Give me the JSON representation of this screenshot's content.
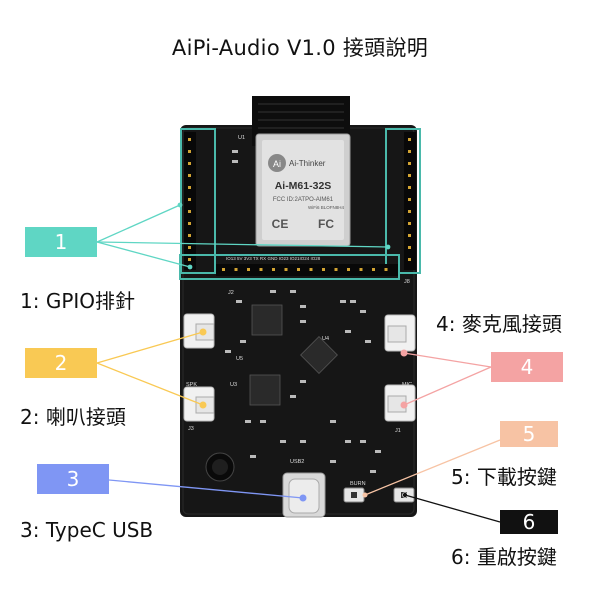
{
  "title": "AiPi-Audio V1.0 接頭說明",
  "module": {
    "brand": "Ai-Thinker",
    "model": "Ai-M61-32S",
    "fcc": "FCC ID:2ATPO-AIM61",
    "wifi": "WiFi6 BLOFN8H4",
    "ce": "CE",
    "fc": "FC"
  },
  "legend": [
    {
      "num": "1",
      "label": "1: GPIO排針",
      "color": "#5fd6c4"
    },
    {
      "num": "2",
      "label": "2: 喇叭接頭",
      "color": "#f9c954"
    },
    {
      "num": "3",
      "label": "3: TypeC USB",
      "color": "#7f96f4"
    },
    {
      "num": "4",
      "label": "4: 麥克風接頭",
      "color": "#f4a3a3"
    },
    {
      "num": "5",
      "label": "5: 下載按鍵",
      "color": "#f7c3a4"
    },
    {
      "num": "6",
      "label": "6: 重啟按鍵",
      "color": "#111111"
    }
  ],
  "board": {
    "silk_left_top": "U1",
    "silk_j2": "J2",
    "silk_j3": "J3",
    "silk_j1": "J1",
    "silk_j8": "J8",
    "silk_u5": "U5",
    "silk_u3": "U3",
    "silk_u4": "U4",
    "silk_usb": "USB2",
    "silk_burn": "BURN",
    "silk_spk": "SPK",
    "silk_mic": "MIC",
    "header_bottom": "IO13 5V 3V3 TX RX GND IO23 IO21IO24 IO28"
  }
}
